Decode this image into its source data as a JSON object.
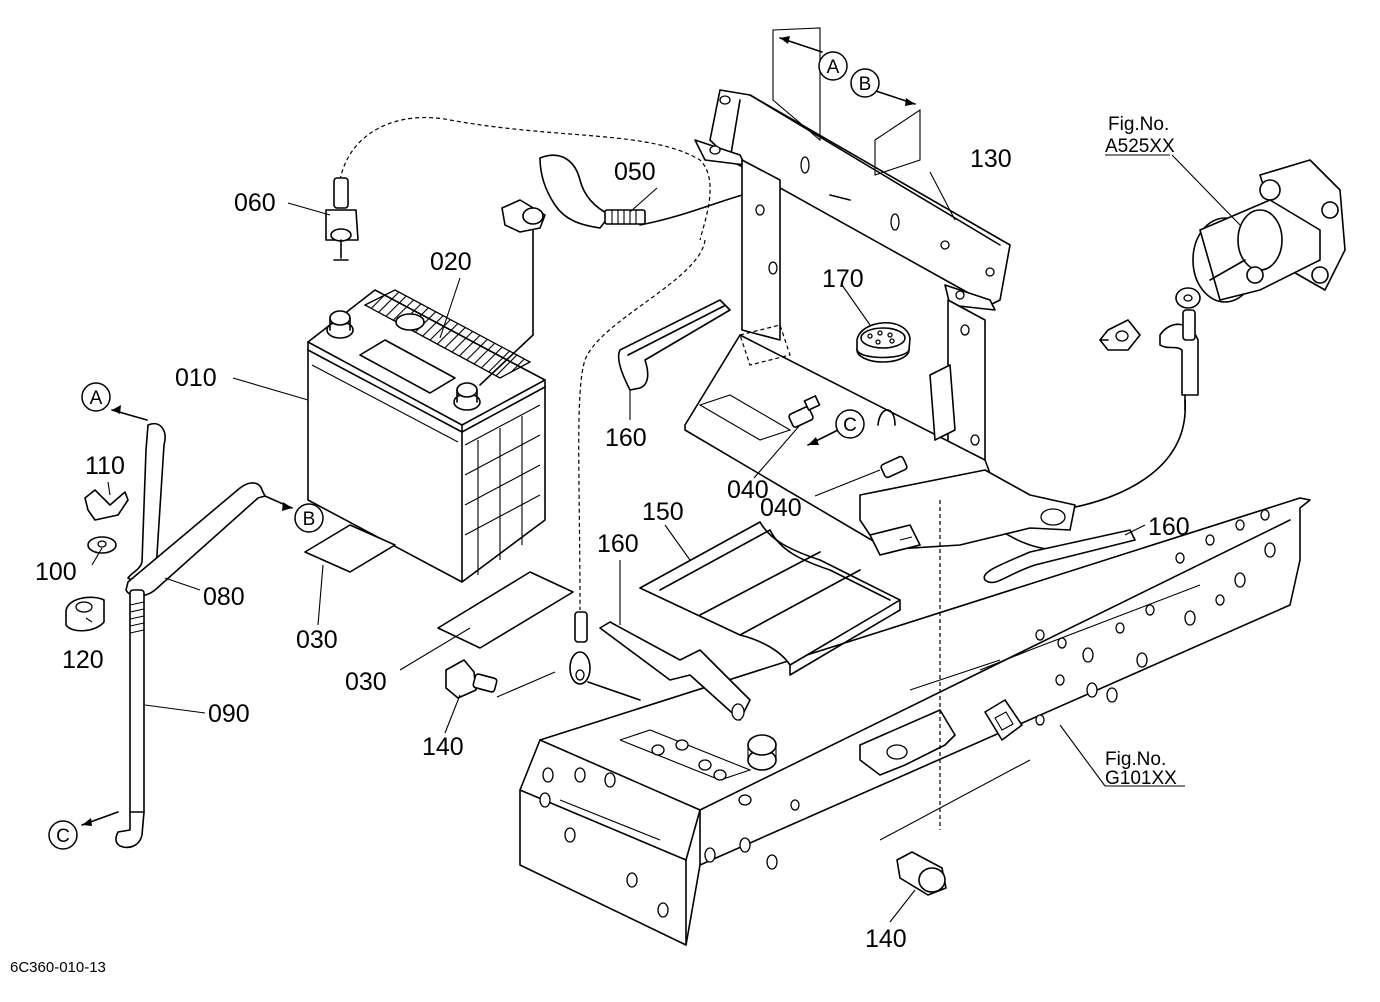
{
  "parts": {
    "p010": "010",
    "p020": "020",
    "p030a": "030",
    "p030b": "030",
    "p040a": "040",
    "p040b": "040",
    "p050": "050",
    "p060": "060",
    "p080": "080",
    "p090": "090",
    "p100": "100",
    "p110": "110",
    "p120": "120",
    "p130": "130",
    "p140a": "140",
    "p140b": "140",
    "p150": "150",
    "p160a": "160",
    "p160b": "160",
    "p160c": "160",
    "p170": "170"
  },
  "refs": {
    "a_top": "A",
    "b_top": "B",
    "a_left": "A",
    "b_left": "B",
    "c_mid": "C",
    "c_left": "C"
  },
  "fig_refs": {
    "fig1_line1": "Fig.No.",
    "fig1_line2": "A525XX",
    "fig2_line1": "Fig.No.",
    "fig2_line2": "G101XX"
  },
  "drawing_number": "6C360-010-13"
}
